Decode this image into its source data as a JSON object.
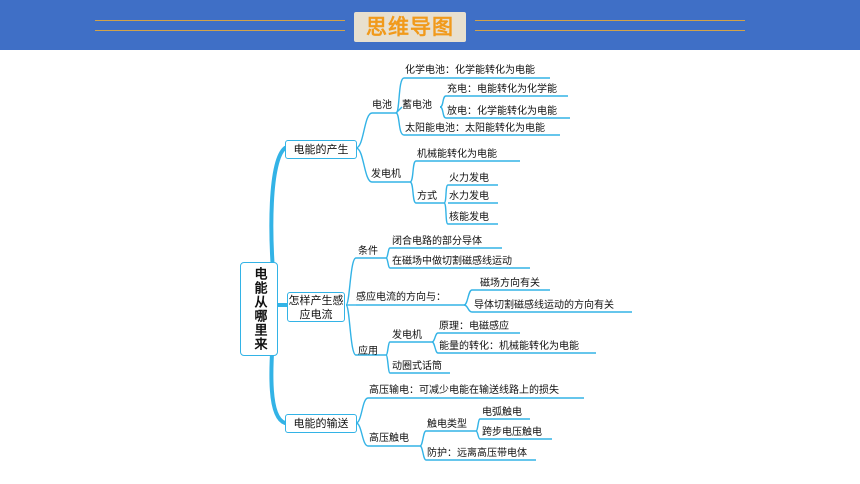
{
  "header": {
    "title": "思维导图"
  },
  "root": {
    "label": "电能从哪里来"
  },
  "branch1": {
    "label": "电能的产生",
    "battery": {
      "label": "电池",
      "chemical": "化学电池：化学能转化为电能",
      "storage": {
        "label": "蓄电池",
        "charge": "充电：电能转化为化学能",
        "discharge": "放电：化学能转化为电能"
      },
      "solar": "太阳能电池：太阳能转化为电能"
    },
    "generator": {
      "label": "发电机",
      "conversion": "机械能转化为电能",
      "methods": {
        "label": "方式",
        "items": [
          "火力发电",
          "水力发电",
          "核能发电"
        ]
      }
    }
  },
  "branch2": {
    "label": "怎样产生感应电流",
    "conditions": {
      "label": "条件",
      "items": [
        "闭合电路的部分导体",
        "在磁场中做切割磁感线运动"
      ]
    },
    "direction": {
      "label": "感应电流的方向与：",
      "items": [
        "磁场方向有关",
        "导体切割磁感线运动的方向有关"
      ]
    },
    "application": {
      "label": "应用",
      "generator": {
        "label": "发电机",
        "principle": "原理：电磁感应",
        "energy": "能量的转化：机械能转化为电能"
      },
      "mic": "动圈式话筒"
    }
  },
  "branch3": {
    "label": "电能的输送",
    "hv_transmission": "高压输电：可减少电能在输送线路上的损失",
    "hv_shock": {
      "label": "高压触电",
      "types": {
        "label": "触电类型",
        "items": [
          "电弧触电",
          "跨步电压触电"
        ]
      },
      "prevention": "防护：远离高压带电体"
    }
  }
}
